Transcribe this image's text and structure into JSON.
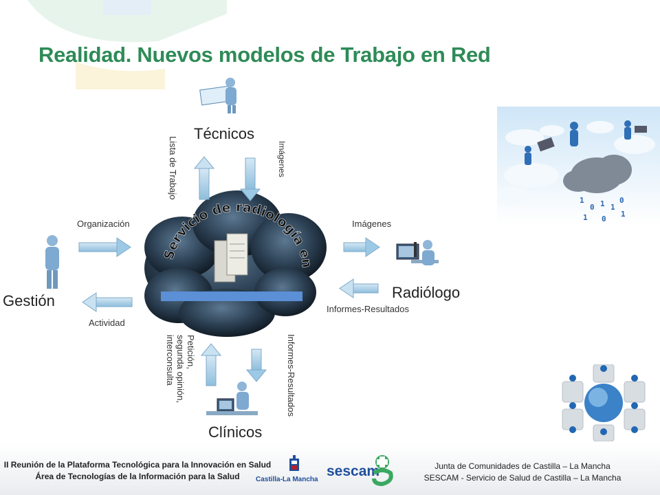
{
  "slide": {
    "title": "Realidad. Nuevos modelos de Trabajo en Red"
  },
  "diagram": {
    "center_label": "Servicio de radiología en nube",
    "roles": {
      "tecnicos": "Técnicos",
      "gestion": "Gestión",
      "radiologo": "Radiólogo",
      "clinicos": "Clínicos"
    },
    "flows": {
      "lista_trabajo": "Lista de Trabajo",
      "imagenes_top": "Imágenes",
      "organizacion": "Organización",
      "actividad": "Actividad",
      "imagenes_right": "Imágenes",
      "informes_right": "Informes-Resultados",
      "peticion": "Petición, segunda opinión, interconsulta",
      "informes_bottom": "Informes-Resultados"
    }
  },
  "footer": {
    "left_line1": "II Reunión de la Plataforma Tecnológica para la Innovación en Salud",
    "left_line2": "Área de Tecnologías de la Información para la Salud",
    "logo_clm": "Castilla-La Mancha",
    "logo_sescam": "sescam",
    "right_line1": "Junta de Comunidades de Castilla – La Mancha",
    "right_line2": "SESCAM - Servicio de Salud de Castilla – La Mancha"
  },
  "colors": {
    "title": "#2e8b57",
    "arrow": "#a9cfe8",
    "cloud": "#2b3f52",
    "bar": "#5b8fd6"
  }
}
